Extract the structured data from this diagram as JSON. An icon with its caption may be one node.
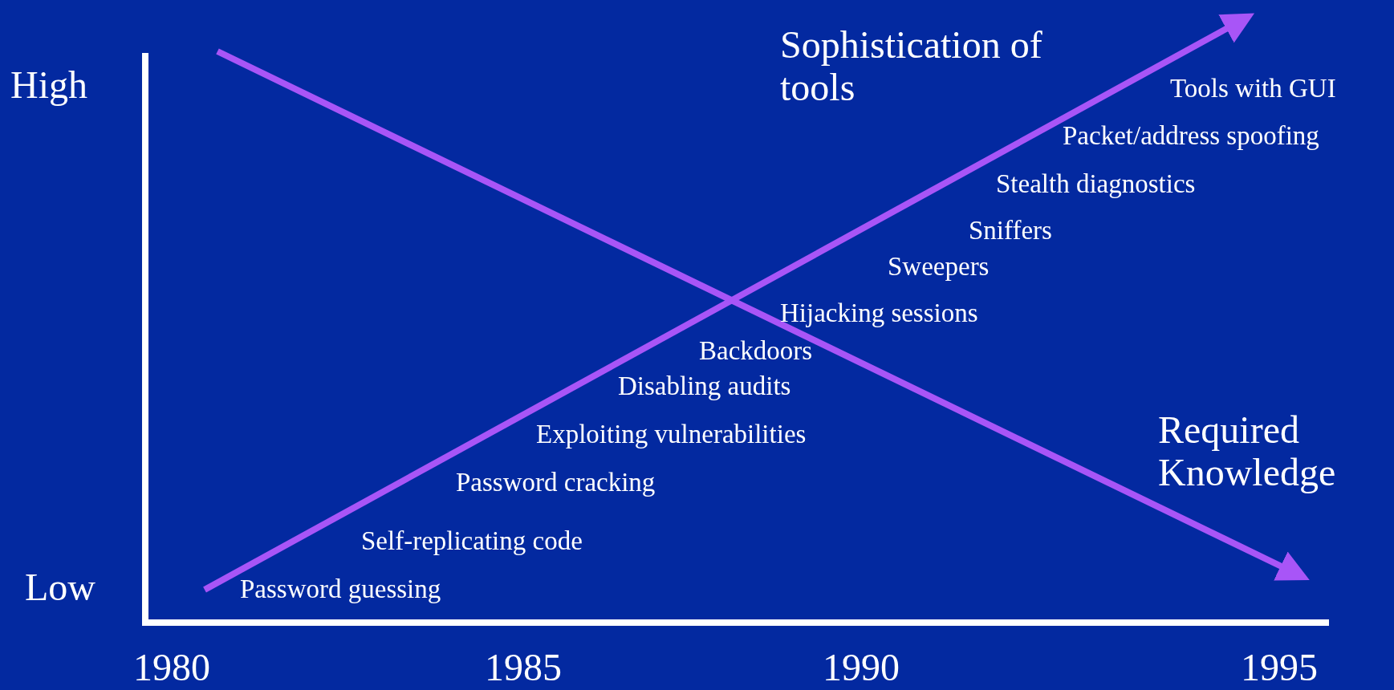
{
  "diagram": {
    "labels": [
      "High",
      "Sophistication of tools",
      "Tools with GUI",
      "Packet/address spoofing",
      "Stealth diagnostics",
      "Sniffers",
      "Sweepers",
      "Hijacking sessions",
      "Backdoors",
      "Disabling audits",
      "Exploiting vulnerabilities",
      "Required Knowledge",
      "Password cracking",
      "Self-replicating code",
      "Low",
      "Password guessing",
      "1980",
      "1985",
      "1990",
      "1995"
    ]
  }
}
